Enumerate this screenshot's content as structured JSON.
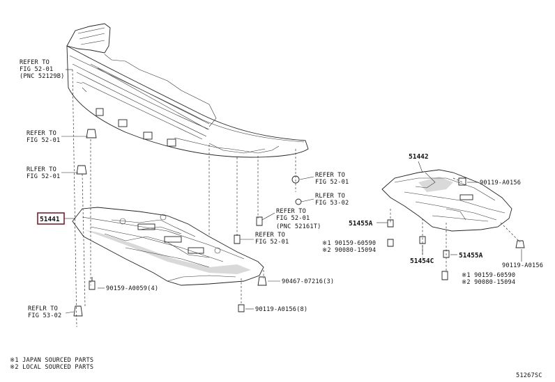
{
  "callouts": {
    "bumper_ref": "REFER TO",
    "bumper_fig": "FIG 52-01",
    "bumper_pnc": "(PNC 52129B)",
    "clip1_ref": "REFER TO",
    "clip1_fig": "FIG 52-01",
    "clip2_ref": "RLFER TO",
    "clip2_fig": "FIG 52-01",
    "clip3_ref": "REFER TO",
    "clip3_fig": "FIG 52-01",
    "clip4_ref": "RLFER TO",
    "clip4_fig": "FIG 53-02",
    "clip5_ref": "REFER TO",
    "clip5_fig": "FIG 52-01",
    "clip5_pnc": "(PNC 52161T)",
    "clip6_ref": "REFER TO",
    "clip6_fig": "FIG 52-01",
    "clip7_ref": "REFLR TO",
    "clip7_fig": "FIG 53-02"
  },
  "parts": {
    "main_cover": "51441",
    "side_cover": "51442",
    "bolt_left": "90159-A0059(4)",
    "clip_center": "90467-07216(3)",
    "screw_bottom": "90119-A0156(8)",
    "screw_side_top": "90119-A0156",
    "screw_side_bottom": "90119-A0156",
    "part_51455a_left": "51455A",
    "part_51455a_right": "51455A",
    "part_51454c": "51454C",
    "left_ref_1": "※1 90159-60590",
    "left_ref_2": "※2 90080-15094",
    "right_ref_1": "※1 90159-60590",
    "right_ref_2": "※2 90080-15094"
  },
  "footnotes": {
    "note1": "※1 JAPAN SOURCED PARTS",
    "note2": "※2 LOCAL SOURCED PARTS"
  },
  "diagram_id": "51267SC"
}
